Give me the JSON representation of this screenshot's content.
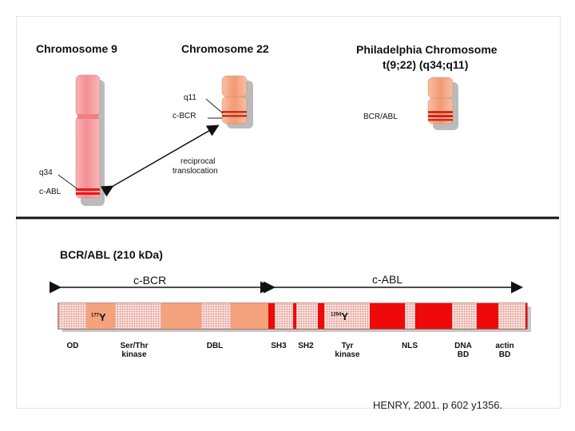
{
  "colors": {
    "chromosome_fill": "#f4a0a4",
    "chromosome22_fill": "#f5a988",
    "band_red": "#e81818",
    "protein_salmon": "#f4a37c",
    "protein_red": "#ee0a0a",
    "protein_grid": "#fbe5e0",
    "divider": "#111111"
  },
  "chromosomes": {
    "chr9": {
      "title": "Chromosome 9",
      "band": "q34",
      "gene": "c-ABL"
    },
    "chr22": {
      "title": "Chromosome 22",
      "band": "q11",
      "gene": "c-BCR"
    },
    "philadelphia": {
      "title": "Philadelphia Chromosome",
      "subtitle": "t(9;22) (q34;q11)",
      "gene": "BCR/ABL"
    },
    "translocation_label_line1": "reciprocal",
    "translocation_label_line2": "translocation"
  },
  "protein": {
    "title": "BCR/ABL (210 kDa)",
    "bcr_label": "c-BCR",
    "abl_label": "c-ABL",
    "tyrosine_1_super": "177",
    "tyrosine_1_letter": "Y",
    "tyrosine_2_super": "1294",
    "tyrosine_2_letter": "Y",
    "domains": [
      {
        "label_line1": "OD",
        "label_line2": ""
      },
      {
        "label_line1": "Ser/Thr",
        "label_line2": "kinase"
      },
      {
        "label_line1": "DBL",
        "label_line2": ""
      },
      {
        "label_line1": "SH3",
        "label_line2": ""
      },
      {
        "label_line1": "SH2",
        "label_line2": ""
      },
      {
        "label_line1": "Tyr",
        "label_line2": "kinase"
      },
      {
        "label_line1": "NLS",
        "label_line2": ""
      },
      {
        "label_line1": "DNA",
        "label_line2": "BD"
      },
      {
        "label_line1": "actin",
        "label_line2": "BD"
      }
    ]
  },
  "citation": "HENRY, 2001. p 602 y1356."
}
